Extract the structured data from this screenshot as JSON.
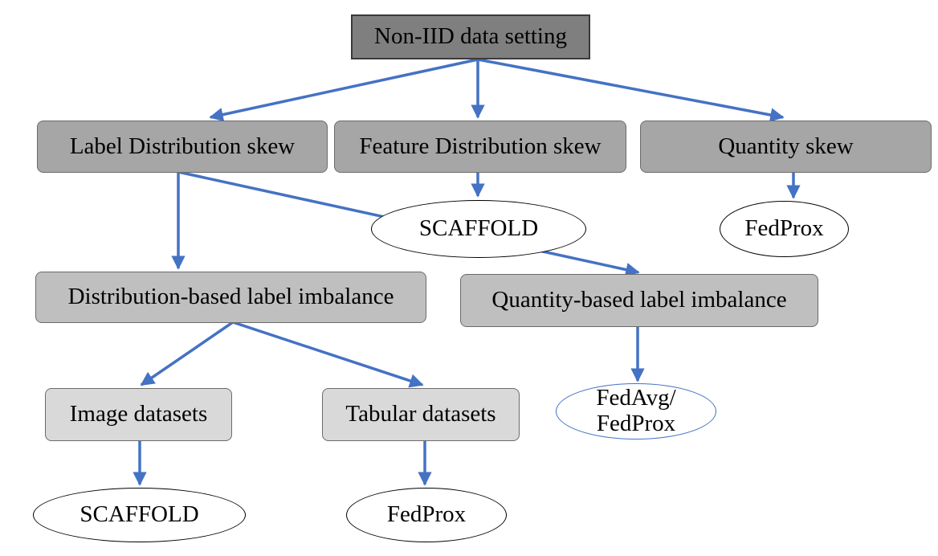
{
  "nodes": {
    "root": "Non-IID data setting",
    "label_skew": "Label Distribution skew",
    "feature_skew": "Feature Distribution skew",
    "quantity_skew": "Quantity skew",
    "scaffold_mid": "SCAFFOLD",
    "fedprox_right": "FedProx",
    "distribution_imbalance": "Distribution-based label imbalance",
    "quantity_imbalance": "Quantity-based label imbalance",
    "image_datasets": "Image datasets",
    "tabular_datasets": "Tabular datasets",
    "fedavg_fedprox": "FedAvg/ FedProx",
    "scaffold_bottom": "SCAFFOLD",
    "fedprox_bottom": "FedProx"
  },
  "edges": [
    {
      "from": "root",
      "to": "label_skew"
    },
    {
      "from": "root",
      "to": "feature_skew"
    },
    {
      "from": "root",
      "to": "quantity_skew"
    },
    {
      "from": "label_skew",
      "to": "distribution_imbalance"
    },
    {
      "from": "label_skew",
      "to": "quantity_imbalance"
    },
    {
      "from": "feature_skew",
      "to": "scaffold_mid"
    },
    {
      "from": "quantity_skew",
      "to": "fedprox_right"
    },
    {
      "from": "distribution_imbalance",
      "to": "image_datasets"
    },
    {
      "from": "distribution_imbalance",
      "to": "tabular_datasets"
    },
    {
      "from": "quantity_imbalance",
      "to": "fedavg_fedprox"
    },
    {
      "from": "image_datasets",
      "to": "scaffold_bottom"
    },
    {
      "from": "tabular_datasets",
      "to": "fedprox_bottom"
    }
  ],
  "colors": {
    "arrow": "#4472c4",
    "root_fill": "#7f7f7f",
    "level1_fill": "#a6a6a6",
    "level2_fill": "#bfbfbf",
    "level3_fill": "#d9d9d9"
  }
}
